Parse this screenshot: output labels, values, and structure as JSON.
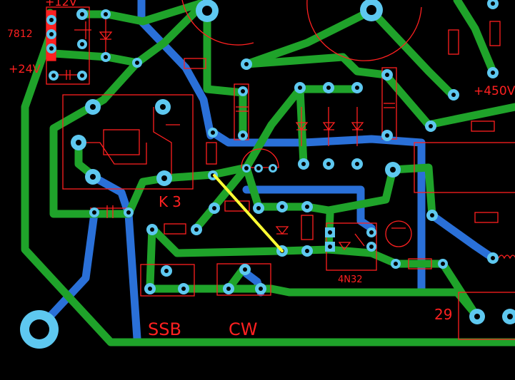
{
  "board": {
    "labels": {
      "v12": "+12V",
      "reg": "7812",
      "v24": "+24V",
      "v450": "+450V",
      "relay": "K3",
      "ssb": "SSB",
      "cw": "CW",
      "opto": "4N32",
      "connector": "29"
    },
    "colors": {
      "background": "#000000",
      "top_copper": "#1fa32a",
      "bottom_copper": "#2a70d8",
      "pad": "#5ec8f0",
      "silkscreen": "#ff2020",
      "jumper": "#ffff33"
    }
  }
}
